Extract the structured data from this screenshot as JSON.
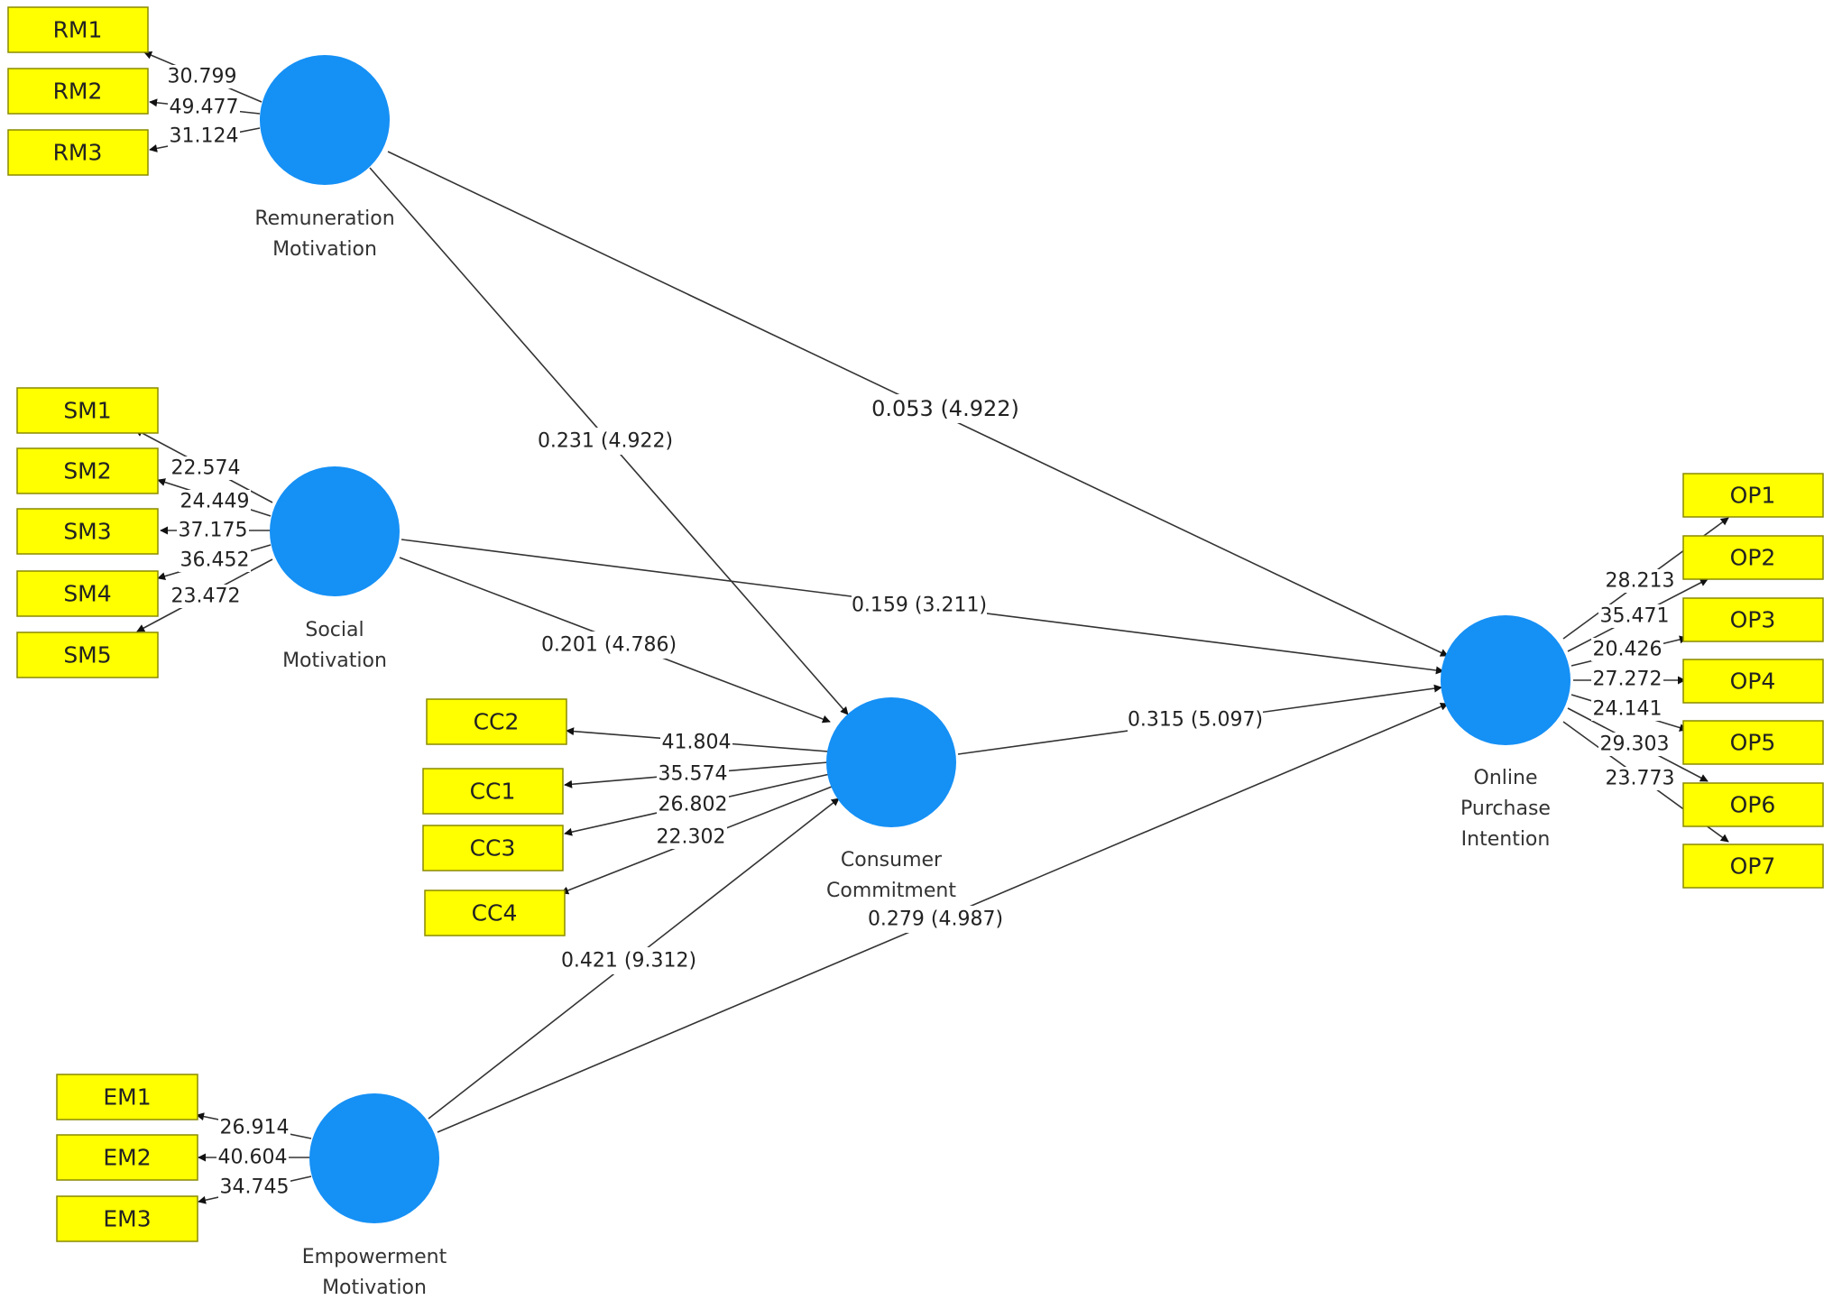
{
  "latent_variables": {
    "rm": {
      "label_lines": [
        "Remuneration",
        "Motivation"
      ]
    },
    "sm": {
      "label_lines": [
        "Social",
        "Motivation"
      ]
    },
    "cc": {
      "label_lines": [
        "Consumer",
        "Commitment"
      ]
    },
    "em": {
      "label_lines": [
        "Empowerment",
        "Motivation"
      ]
    },
    "op": {
      "label_lines": [
        "Online",
        "Purchase",
        "Intention"
      ]
    }
  },
  "indicators": {
    "rm": [
      {
        "name": "RM1",
        "loading": "30.799"
      },
      {
        "name": "RM2",
        "loading": "49.477"
      },
      {
        "name": "RM3",
        "loading": "31.124"
      }
    ],
    "sm": [
      {
        "name": "SM1",
        "loading": "22.574"
      },
      {
        "name": "SM2",
        "loading": "24.449"
      },
      {
        "name": "SM3",
        "loading": "37.175"
      },
      {
        "name": "SM4",
        "loading": "36.452"
      },
      {
        "name": "SM5",
        "loading": "23.472"
      }
    ],
    "cc": [
      {
        "name": "CC2",
        "loading": "41.804"
      },
      {
        "name": "CC1",
        "loading": "35.574"
      },
      {
        "name": "CC3",
        "loading": "26.802"
      },
      {
        "name": "CC4",
        "loading": "22.302"
      }
    ],
    "em": [
      {
        "name": "EM1",
        "loading": "26.914"
      },
      {
        "name": "EM2",
        "loading": "40.604"
      },
      {
        "name": "EM3",
        "loading": "34.745"
      }
    ],
    "op": [
      {
        "name": "OP1",
        "loading": "28.213"
      },
      {
        "name": "OP2",
        "loading": "35.471"
      },
      {
        "name": "OP3",
        "loading": "20.426"
      },
      {
        "name": "OP4",
        "loading": "27.272"
      },
      {
        "name": "OP5",
        "loading": "24.141"
      },
      {
        "name": "OP6",
        "loading": "29.303"
      },
      {
        "name": "OP7",
        "loading": "23.773"
      }
    ]
  },
  "paths": {
    "rm_op": "0.053 (4.922)",
    "rm_cc": "0.231 (4.922)",
    "sm_op": "0.159 (3.211)",
    "sm_cc": "0.201 (4.786)",
    "cc_op": "0.315 (5.097)",
    "em_cc": "0.421 (9.312)",
    "em_op": "0.279 (4.987)"
  },
  "colors": {
    "latent_fill": "#1590f5",
    "indicator_fill": "#ffff00",
    "edge": "#333333"
  }
}
